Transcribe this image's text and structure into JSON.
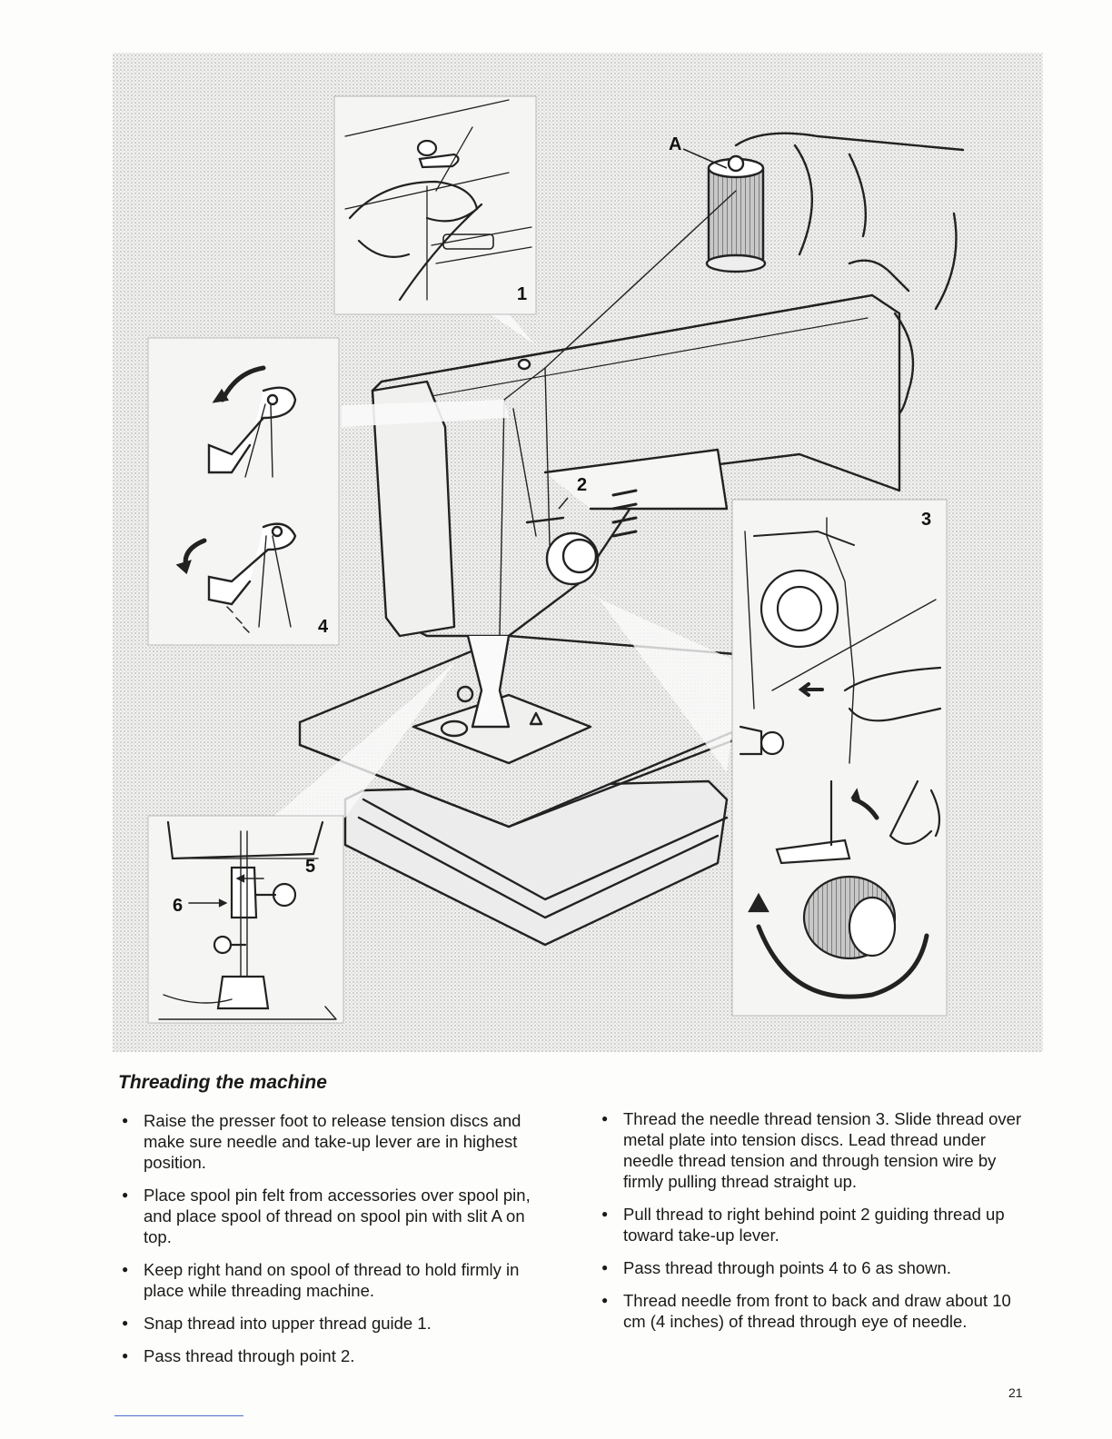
{
  "figure": {
    "labels": {
      "a": "A",
      "one": "1",
      "two": "2",
      "three": "3",
      "four": "4",
      "five": "5",
      "six": "6"
    }
  },
  "section": {
    "title": "Threading the machine",
    "left_items": [
      "Raise the presser foot to release tension discs and make sure needle and take-up lever are in highest position.",
      "Place spool pin felt from accessories over spool pin, and place spool of thread on spool pin with slit A on top.",
      "Keep right hand on spool of thread to hold firmly in place while threading machine.",
      "Snap thread into upper thread guide 1.",
      "Pass thread through point 2."
    ],
    "right_items": [
      "Thread the needle thread tension 3. Slide thread over metal plate into tension discs. Lead thread under needle thread tension and through tension wire by firmly pulling thread straight up.",
      "Pull thread to right behind point 2 guiding thread up toward take-up lever.",
      "Pass thread through points 4 to 6 as shown.",
      "Thread needle from front to back and draw about 10 cm (4 inches) of thread through eye of needle."
    ]
  },
  "page_number": "21"
}
